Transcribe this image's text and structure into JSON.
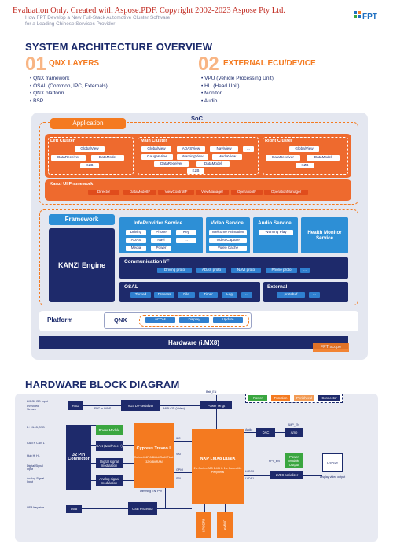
{
  "header": {
    "watermark": "Evaluation Only. Created with Aspose.PDF. Copyright 2002-2023 Aspose Pty Ltd.",
    "subtitle_1": "How FPT Develop a New Full-Stack Automotive Cluster Software",
    "subtitle_2": "for a Leading Chinese Services Provider"
  },
  "section1": {
    "title": "SYSTEM ARCHITECTURE OVERVIEW",
    "col1": {
      "num": "01",
      "title": "QNX LAYERS",
      "items": [
        "QNX framework",
        "OSAL (Common, IPC, Externals)",
        "QNX platform",
        "BSP"
      ]
    },
    "col2": {
      "num": "02",
      "title": "EXTERNAL ECU/DEVICE",
      "items": [
        "VPU (Vehicle Processing Unit)",
        "HU (Head Unit)",
        "Monitor",
        "Audio"
      ]
    }
  },
  "soc": {
    "label": "SoC",
    "application": {
      "label": "Application",
      "left": {
        "title": "Left Cluster",
        "items": [
          "GlobalView",
          "DataReceiver",
          "DataModel",
          "KZB"
        ]
      },
      "main": {
        "title": "Main Cluster",
        "items": [
          "GlobalView",
          "ADASView",
          "NaviView",
          "...",
          "GaugesView",
          "WarningView",
          "MediaView",
          "DataReceiver",
          "DataModel",
          "KZB"
        ]
      },
      "right": {
        "title": "Right Cluster",
        "items": [
          "GlobalView",
          "DataReceiver",
          "DataModel",
          "KZB"
        ]
      },
      "kanzi": {
        "title": "Kanzi UI Framework",
        "items": [
          "Director",
          "DataModelIF",
          "ViewControlIF",
          "ViewManager",
          "OperationIF",
          "OperationManager"
        ]
      }
    },
    "framework": {
      "label": "Framework",
      "engine": "KANZI Engine",
      "info": {
        "title": "InfoProvider Service",
        "items": [
          "Driving",
          "Phone",
          "Key",
          "ADAS",
          "Navi",
          "...",
          "Media",
          "Power"
        ]
      },
      "video": {
        "title": "Video Service",
        "items": [
          "Welcome Animation",
          "Video Capture",
          "Video Cache"
        ]
      },
      "audio": {
        "title": "Audio Service",
        "items": [
          "Warning Play"
        ]
      },
      "health": "Health Monitor Service",
      "comm": {
        "title": "Communication I/F",
        "items": [
          "Driving proto",
          "ADAS proto",
          "NAVI proto",
          "Phone proto",
          "..."
        ]
      },
      "osal": {
        "title": "OSAL",
        "items": [
          "Thread",
          "Process",
          "File",
          "Timer",
          "Log",
          "..."
        ]
      },
      "external": {
        "title": "External",
        "items": [
          "protobuf",
          "..."
        ]
      }
    },
    "platform": {
      "label": "Platform",
      "qnx": "QNX",
      "items": [
        "uCOM",
        "Display",
        "Update"
      ]
    },
    "hardware": "Hardware (i.MX8)",
    "fpt_scope": "FPT scope"
  },
  "section2": {
    "title": "HARDWARE BLOCK DIAGRAM",
    "legend": [
      "Power",
      "Function",
      "Peripheral",
      "Connector"
    ],
    "blocks": {
      "hsd1": "HSD",
      "deser": "VD3 De-serializer",
      "power_mngt": "Power Mngt",
      "power_module": "Power Module",
      "can": "CAN (two/three +)",
      "dig1": "Digital signal modulation",
      "analog": "Analog signal modulation",
      "cypress": "Cypress Traveo II",
      "cypress_sub": "Cortex-M4F 8-Bit/bit RAM Flash 32KbBit RAM",
      "nxp": "NXP i.MX8 DualX",
      "nxp_sub": "2 x Cortex-A53 1.4GHz 1 x Cortex-M4 Peripheral",
      "connector": "32 Pin Connector",
      "dac": "DAC",
      "amp": "Amp",
      "power_out": "Power Module Output",
      "lvds": "LVDS serializer",
      "hsd2": "HSD×2",
      "usb": "USB",
      "usb_prot": "USB Protector",
      "lpddr": "LPDDR4",
      "emmc": "eMMC"
    },
    "labels": {
      "lvds_in": "LVDS/HSD Input",
      "uv_video": "UV Video Stream",
      "b_plus": "B+ KL15,GND",
      "can_lin": "CAN H CAN L",
      "hub": "Hub H, HL",
      "digital_in": "Digital Signal Input",
      "analog_in": "Analog Signal Input",
      "usb_keyside": "USB Key side",
      "display_out": "Display video output",
      "fpc_lvds": "FPC in LVDS",
      "mipi": "MIPI CSI (Video)",
      "dac_lbl": "Audio",
      "amp_en": "AMP_EN",
      "bat_en": "Batt_EN",
      "i2c": "I2C",
      "sai": "SAI",
      "gpio": "GPIO",
      "dimming": "Dimming EN, PW",
      "spi": "SPI",
      "lvds": "LVDS0",
      "lvds1": "LVDS1",
      "fpt_en": "FPT_EN"
    }
  }
}
